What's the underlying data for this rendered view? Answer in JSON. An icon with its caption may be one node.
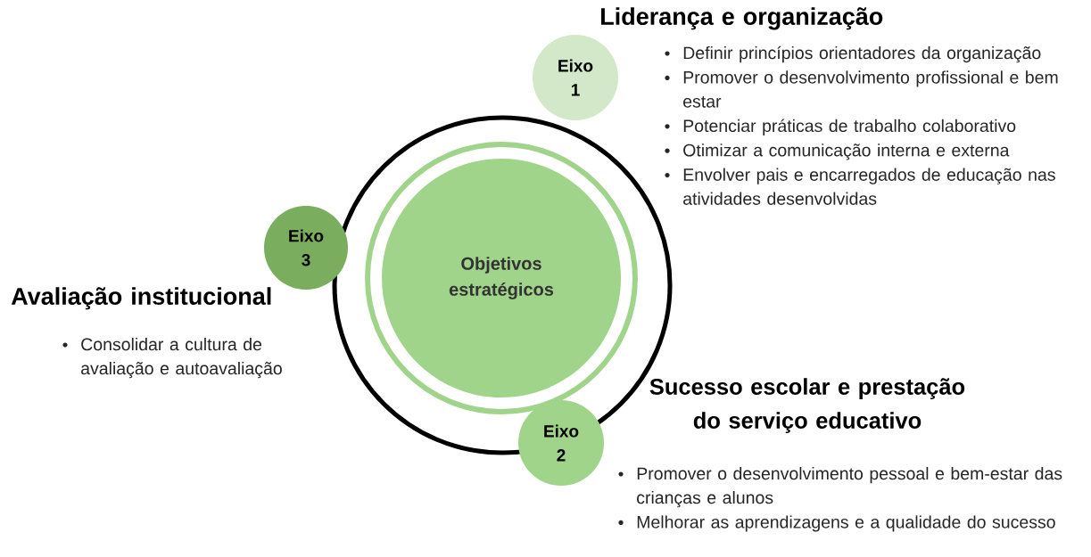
{
  "diagram": {
    "nodes": [
      {
        "text": [
          "Objetivos estratégicos"
        ]
      },
      {
        "text": [
          "Eixo 1"
        ],
        "beside": [
          "Liderança e organização",
          "Definir princípios orientadores da organização",
          "Promover o desenvolvimento profissional e bem estar",
          "Potenciar práticas de trabalho colaborativo",
          "Otimizar a comunicação interna e externa",
          "Envolver pais e encarregados de educação nas atividades desenvolvidas"
        ]
      },
      {
        "text": [
          "Eixo 3"
        ],
        "beside": [
          "Avaliação institucional",
          "Consolidar a cultura de avaliação e autoavaliação"
        ]
      },
      {
        "text": [
          "Eixo 2"
        ],
        "beside": [
          "Sucesso escolar e prestação do serviço educativo",
          "Promover o desenvolvimento pessoal e bem-estar das crianças e alunos",
          "Melhorar as aprendizagens e a qualidade do sucesso"
        ]
      }
    ]
  }
}
